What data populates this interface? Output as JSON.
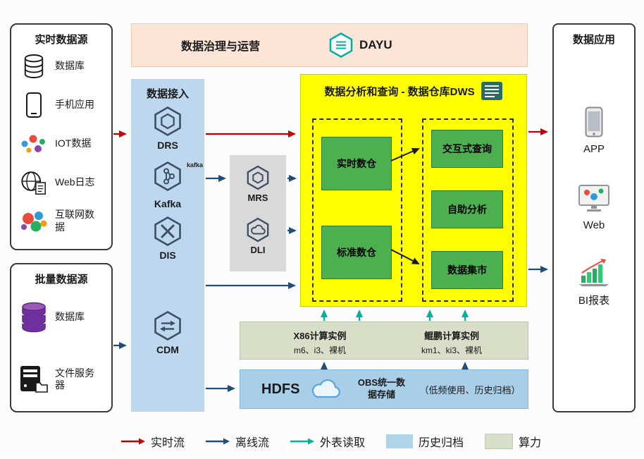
{
  "colors": {
    "realtime_flow": "#c00000",
    "offline_flow": "#1f4e79",
    "external_table_read": "#00b0a0",
    "history_archive": "#aed4e8",
    "compute_power": "#d8dfc8",
    "dws_fill": "#ffff00",
    "module_green": "#4caf50",
    "access_fill": "#bdd7ee",
    "governance_fill": "#fbe5d6",
    "middleware_fill": "#d9d9d9",
    "hdfs_fill": "#a9cfe8"
  },
  "realtime_sources": {
    "title": "实时数据源",
    "items": [
      {
        "label": "数据库",
        "icon": "database-icon"
      },
      {
        "label": "手机应用",
        "icon": "mobile-icon"
      },
      {
        "label": "IOT数据",
        "icon": "iot-icon"
      },
      {
        "label": "Web日志",
        "icon": "web-log-icon"
      },
      {
        "label": "互联网数据",
        "icon": "internet-data-icon"
      }
    ]
  },
  "batch_sources": {
    "title": "批量数据源",
    "items": [
      {
        "label": "数据库",
        "icon": "database-purple-icon"
      },
      {
        "label": "文件服务器",
        "icon": "file-server-icon"
      }
    ]
  },
  "governance": {
    "title": "数据治理与运营",
    "product": "DAYU"
  },
  "access": {
    "title": "数据接入",
    "services": [
      "DRS",
      "Kafka",
      "DIS",
      "CDM"
    ],
    "kafka_mark": "kafka"
  },
  "middleware": {
    "services": [
      "MRS",
      "DLI"
    ]
  },
  "dws": {
    "title": "数据分析和查询 - 数据仓库DWS",
    "left_modules": [
      "实时数仓",
      "标准数仓"
    ],
    "right_modules": [
      "交互式查询",
      "自助分析",
      "数据集市"
    ]
  },
  "compute": {
    "x86_title": "X86计算实例",
    "x86_detail": "m6、i3、裸机",
    "kunpeng_title": "鲲鹏计算实例",
    "kunpeng_detail": "km1、ki3、裸机"
  },
  "storage": {
    "hdfs_label": "HDFS",
    "obs_title": "OBS统一数据存储",
    "obs_note": "（低频使用、历史归档）"
  },
  "applications": {
    "title": "数据应用",
    "items": [
      {
        "label": "APP",
        "icon": "app-phone-icon"
      },
      {
        "label": "Web",
        "icon": "web-monitor-icon"
      },
      {
        "label": "BI报表",
        "icon": "bi-report-icon"
      }
    ]
  },
  "legend": {
    "realtime_label": "实时流",
    "offline_label": "离线流",
    "external_label": "外表读取",
    "archive_label": "历史归档",
    "compute_label": "算力"
  }
}
